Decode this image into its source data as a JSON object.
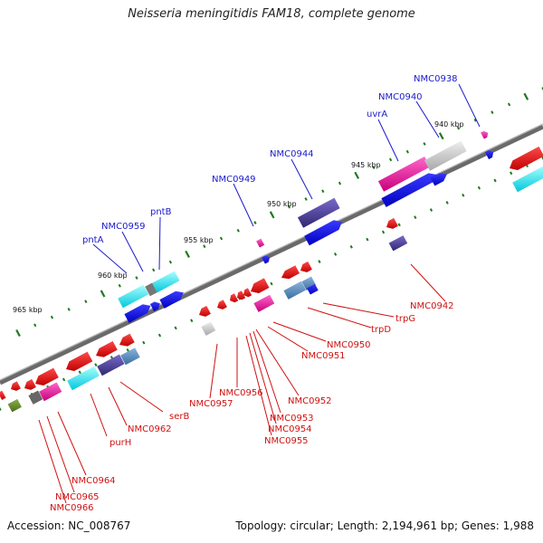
{
  "title": "Neisseria meningitidis FAM18, complete genome",
  "footer": {
    "accession": "Accession: NC_008767",
    "summary": "Topology: circular; Length: 2,194,961 bp; Genes: 1,988"
  },
  "scale_ticks": [
    "940 kbp",
    "945 kbp",
    "950 kbp",
    "955 kbp",
    "960 kbp",
    "965 kbp"
  ],
  "gene_labels_upper": [
    "NMC0938",
    "NMC0940",
    "uvrA",
    "NMC0944",
    "NMC0949",
    "pntB",
    "NMC0959",
    "pntA"
  ],
  "gene_labels_lower": [
    "NMC0942",
    "trpG",
    "trpD",
    "NMC0950",
    "NMC0951",
    "NMC0952",
    "NMC0953",
    "NMC0954",
    "NMC0955",
    "NMC0956",
    "NMC0957",
    "serB",
    "NMC0962",
    "purH",
    "NMC0964",
    "NMC0965",
    "NMC0966"
  ],
  "colors": {
    "upper_label": "#1a1acc",
    "lower_label": "#d01010",
    "backbone": "#808080",
    "tick": "#1e7a1e"
  }
}
